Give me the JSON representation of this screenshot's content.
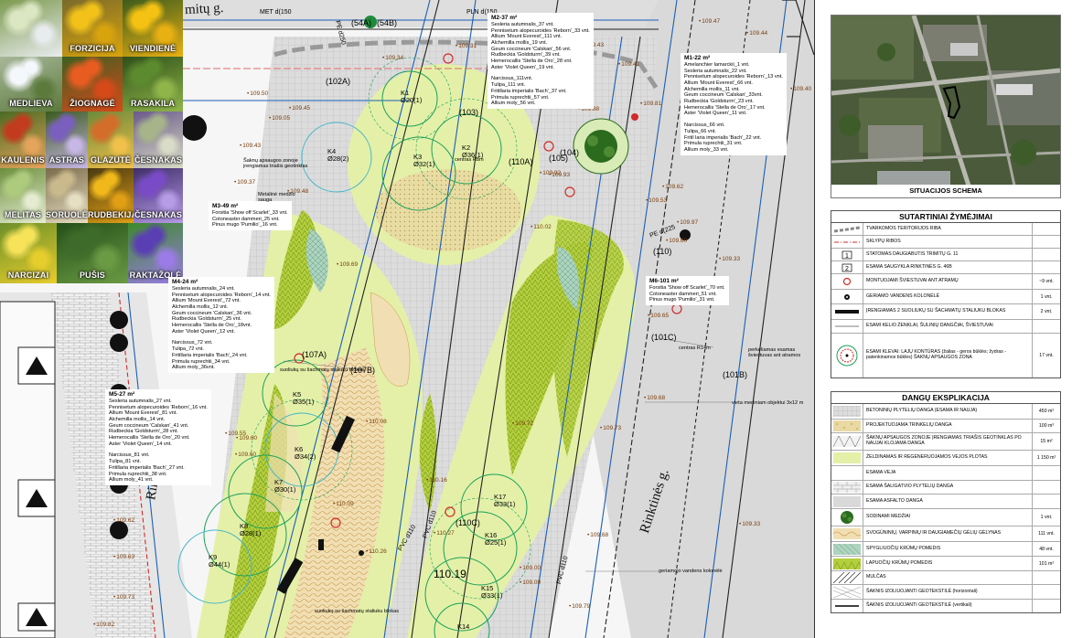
{
  "plants_tiles": [
    {
      "label": "",
      "colors": [
        "#dbe6c2",
        "#7c9a4f",
        "#e8ecef"
      ]
    },
    {
      "label": "FORZICIJA",
      "colors": [
        "#f2c21a",
        "#7a6a2a",
        "#d8a40e"
      ]
    },
    {
      "label": "VIENDIENĖ",
      "colors": [
        "#f5c213",
        "#3d5c1c",
        "#e9b013"
      ]
    },
    {
      "label": "MEDLIEVA",
      "colors": [
        "#f4f7fb",
        "#a7b79a",
        "#5c7a3c"
      ]
    },
    {
      "label": "ŽIOGNAGĖ",
      "colors": [
        "#e85c21",
        "#3f5f1f",
        "#d64a1a"
      ]
    },
    {
      "label": "RASAKILA",
      "colors": [
        "#5c8a2e",
        "#2f4f18",
        "#8fb54a"
      ]
    },
    {
      "label": "KAULENIS",
      "colors": [
        "#c23b1e",
        "#4a6b22",
        "#e4a45c"
      ]
    },
    {
      "label": "ASTRAS",
      "colors": [
        "#7a5fbf",
        "#3b5a1e",
        "#c7b7e6"
      ]
    },
    {
      "label": "GLAZUTĖ",
      "colors": [
        "#d46d2a",
        "#6b8a3a",
        "#f0c04a"
      ]
    },
    {
      "label": "ČESNAKAS",
      "colors": [
        "#a7b48a",
        "#6a5a8a",
        "#d9dcc6"
      ]
    },
    {
      "label": "MELITAS",
      "colors": [
        "#aecb7d",
        "#6c8f3d",
        "#e5ecd2"
      ]
    },
    {
      "label": "SORUOLĖ",
      "colors": [
        "#c9b98d",
        "#7a6b4a",
        "#e7dfc4"
      ]
    },
    {
      "label": "RUDBEKIJA",
      "colors": [
        "#f0b81a",
        "#4a3a12",
        "#e09f15"
      ]
    },
    {
      "label": "ČESNAKAS",
      "colors": [
        "#7a4bc7",
        "#3f2e6a",
        "#b69be6"
      ]
    },
    {
      "label": "NARCIZAI",
      "colors": [
        "#f6e35a",
        "#6c8f2a",
        "#e7cd2c"
      ]
    },
    {
      "label": "PUŠIS",
      "colors": [
        "#3d6b2a",
        "#234f18",
        "#6b9a44"
      ]
    },
    {
      "label": "RAKTAŽOLĖ",
      "colors": [
        "#5a3fb4",
        "#3c8a2a",
        "#9b7be6"
      ]
    }
  ],
  "street_top": "mitų g.",
  "street_rinkt_left": "Rinkti",
  "street_rinkt_right": "Rinktinės g.",
  "pipe_labels": [
    "MET d(150",
    "PLN d(150",
    "PE d250",
    "PVC d110",
    "PVC d110",
    "PE d(225",
    "PVC d110"
  ],
  "elevations": [
    "109.47",
    "109.44",
    "109.40",
    "109.31",
    "109.34",
    "109.43",
    "109.41",
    "109.62",
    "109.43",
    "109.05",
    "109.69",
    "109.65",
    "109.33",
    "109.68",
    "109.72",
    "109.60",
    "109.55",
    "109.60",
    "109.73",
    "109.68",
    "109.62",
    "109.63",
    "109.73",
    "109.82",
    "109.33",
    "109.79",
    "109.00",
    "109.09",
    "110.02",
    "110.08",
    "110.16",
    "110.09",
    "110.26",
    "110.27",
    "109.37",
    "109.48",
    "109.53",
    "109.60",
    "109.92",
    "109.93",
    "109.50",
    "109.45",
    "109.88",
    "109.81",
    "109.97"
  ],
  "elev_big": "110.19",
  "trees": [
    {
      "name": "K1",
      "size": "Ø20(1)"
    },
    {
      "name": "K2",
      "size": "Ø36(1)"
    },
    {
      "name": "K3",
      "size": "Ø32(1)"
    },
    {
      "name": "K4",
      "size": "Ø28(2)"
    },
    {
      "name": "K5",
      "size": "Ø35(1)"
    },
    {
      "name": "K6",
      "size": "Ø34(2)"
    },
    {
      "name": "K7",
      "size": "Ø30(1)"
    },
    {
      "name": "K8",
      "size": "Ø28(1)"
    },
    {
      "name": "K9",
      "size": "Ø44(1)"
    },
    {
      "name": "K14",
      "size": ""
    },
    {
      "name": "K15",
      "size": "Ø33(1)"
    },
    {
      "name": "K16",
      "size": "Ø25(1)"
    },
    {
      "name": "K17",
      "size": "Ø33(1)"
    }
  ],
  "codes": [
    "(103)",
    "(104)",
    "(105)",
    "(110A)",
    "(110)",
    "(107A)",
    "(107B)",
    "(110C)",
    "(101B)",
    "(101C)",
    "(102A)",
    "(54A)",
    "(54B)"
  ],
  "notes": {
    "m2": {
      "title": "M2-37 m²",
      "lines": [
        "Sesleria autumnalis_37 vnt.",
        "Pennisetum alopecuroides 'Reborn'_33 vnt.",
        "Allium 'Mount Everest'_111 vnt.",
        "Alchemilla mollis_19 vnt.",
        "Geum coccineum 'Calskan'_56 vnt.",
        "Rudbeckia 'Goldsturm'_39 vnt.",
        "Hemerocallis 'Stella de Oro'_28 vnt.",
        "Aster 'Violet Queen'_19 vnt.",
        "",
        "Narcissus_111vnt.",
        "Tulipa_111 vnt.",
        "Fritillaria imperialis 'Bach'_37 vnt.",
        "Primula ruprechtii_57 vnt.",
        "Allium moly_56 vnt."
      ]
    },
    "m1": {
      "title": "M1-22 m²",
      "lines": [
        "Amelanchier lamarckii_1 vnt.",
        "Sesleria autumnalis_22 vnt.",
        "Pennisetum alopecuroides 'Reborn'_13 vnt.",
        "Allium 'Mount Everest'_66 vnt.",
        "Alchemilla mollis_11 vnt.",
        "Geum coccineum 'Calskan'_33vnt.",
        "Rudbeckia 'Goldsturm'_23 vnt.",
        "Hemerocallis 'Stella de Oro'_17 vnt.",
        "Aster 'Violet Queen'_11 vnt.",
        "",
        "Narcissus_66 vnt.",
        "Tulipa_66 vnt.",
        "Fritil laria imperialis 'Bach'_22 vnt.",
        "Primula ruprechtii_31 vnt.",
        "Allium moly_33 vnt."
      ]
    },
    "m3": {
      "title": "M3-49 m²",
      "lines": [
        "Forsitia 'Show off Scarlet'_33 vnt.",
        "Cotoneaster dammeri_25 vnt.",
        "Pinus mugo 'Pumilio'_16 vnt."
      ]
    },
    "m4": {
      "title": "M4-24 m²",
      "lines": [
        "Sesleria autumnalis_24 vnt.",
        "Pennisetum alopecuroides 'Reborn'_14 vnt.",
        "Allium 'Mount Everest'_72 vnt.",
        "Alchemilla mollis_12 vnt.",
        "Geum coccineum 'Calskan'_36 vnt.",
        "Rudbeckia 'Goldsturm'_25 vnt.",
        "Hemerocallis 'Stella de Oro'_18vnt.",
        "Aster 'Violet Queen'_12 vnt.",
        "",
        "Narcissus_72 vnt.",
        "Tulipa_72 vnt.",
        "Fritillaria imperialis 'Bach'_24 vnt.",
        "Primula ruprechtii_34 vnt.",
        "Allium moly_36vnt."
      ]
    },
    "m5": {
      "title": "M5-27 m²",
      "lines": [
        "Sesleria autumnalis_27 vnt.",
        "Pennisetum alopecuroides 'Reborn'_16 vnt.",
        "Allium 'Mount Everest'_81 vnt.",
        "Alchemilla mollis_14 vnt.",
        "Geum coccineum 'Calskan'_41 vnt.",
        "Rudbeckia 'Goldsturm'_28 vnt.",
        "Hemerocallis 'Stella de Oro'_20 vnt.",
        "Aster 'Violet Queen'_14 vnt.",
        "",
        "Narcissus_81 vnt.",
        "Tulipa_81 vnt.",
        "Fritillaria imperialis 'Bach'_27 vnt.",
        "Primula ruprechtii_38 vnt.",
        "Allium moly_41 vnt."
      ]
    },
    "m6": {
      "title": "M6-101 m²",
      "lines": [
        "Forsitia 'Show off Scarlet'_70 vnt.",
        "Cotoneaster dammeri_51 vnt.",
        "Pinus mugo 'Pumilio'_31 vnt."
      ]
    }
  },
  "callouts": {
    "root_zone": [
      "Šaknų apsaugos zonoje",
      "įrengiamas triašis geotinklas"
    ],
    "metal_seat": [
      "Metalinė medžio",
      "sauga"
    ],
    "bench1": "suoliukų su šachmatų staliuku blokas",
    "bench2": "suoliukų su šachmatų staliuku blokas",
    "lamp": [
      "perkeliamas esamas",
      "šviestuvas ant atramos"
    ],
    "water": "geriamojo vandens kolonėlė",
    "object": "vieta meniniam objektui 3x12 m",
    "centras1": "centras R8m",
    "centras2": "centras R14m"
  },
  "map_caption": "SITUACIJOS SCHEMA",
  "legend1": {
    "title": "SUTARTINIAI ŽYMĖJIMAI",
    "rows": [
      {
        "sym": "hatch-line",
        "text": "TVARKOMOS TERITORIJOS RIBA",
        "qty": ""
      },
      {
        "sym": "red-dash",
        "text": "SKLYPŲ RIBOS",
        "qty": ""
      },
      {
        "sym": "num-1",
        "text": "STATOMAS DAUGIABUTIS TRIMITŲ G. 11",
        "qty": ""
      },
      {
        "sym": "num-2",
        "text": "ESAMA SAUGYKLA RINKTINĖS G. 46B",
        "qty": ""
      },
      {
        "sym": "red-ring",
        "text": "MONTUOJAMI ŠVIESTUVAI ANT ATRAMŲ",
        "qty": "~9 vnt."
      },
      {
        "sym": "water-dot",
        "text": "GERIAMO VANDENS KOLONĖLĖ",
        "qty": "1 vnt."
      },
      {
        "sym": "bench-bar",
        "text": "ĮRENGIAMAS 2 SUOLIUKŲ SU ŠACHMATŲ STALIUKU BLOKAS",
        "qty": "2 vnt."
      },
      {
        "sym": "thin-line",
        "text": "ESAMI KELIO ŽENKLAI, ŠULINIŲ DANGČIAI, ŠVIESTUVAI",
        "qty": ""
      },
      {
        "sym": "tree-circle",
        "text": "ESAMI KLEVAI: LAJŲ KONTŪRAS (žalias - geros būklės; žydras - patenkinamos būklės) ŠAKNŲ APSAUGOS ZONA",
        "qty": "17 vnt."
      }
    ]
  },
  "legend2": {
    "title": "DANGŲ EKSPLIKACIJA",
    "rows": [
      {
        "sym": "concrete",
        "text": "BETONINIŲ PLYTELIŲ DANGA (ESAMA IR NAUJA)",
        "qty": "450 m²"
      },
      {
        "sym": "gravel",
        "text": "PROJEKTUOJAMA TRINKELIŲ DANGA",
        "qty": "100 m²"
      },
      {
        "sym": "geo",
        "text": "ŠAKNŲ APSAUGOS ZONOJE ĮRENGIAMAS TRIAŠIS GEOTINKLAS PO NAUJAI KLOJAMA DANGA",
        "qty": "15 m²"
      },
      {
        "sym": "lawn",
        "text": "ŽELDINAMAS IR REGENERUOJAMOS VEJOS PLOTAS",
        "qty": "1 150 m²"
      },
      {
        "sym": "blank",
        "text": "ESAMA VEJA",
        "qty": ""
      },
      {
        "sym": "brick",
        "text": "ESAMA ŠALIGATVIO PLYTELIŲ DANGA",
        "qty": ""
      },
      {
        "sym": "asphalt",
        "text": "ESAMA ASFALTO DANGA",
        "qty": ""
      },
      {
        "sym": "tree-new",
        "text": "SODINAMI MEDŽIAI",
        "qty": "1 vnt."
      },
      {
        "sym": "flower",
        "text": "SVOGŪNINIŲ, VARPINIŲ IR DAUGIAMEČIŲ GĖLIŲ GĖLYNAS",
        "qty": "111 vnt."
      },
      {
        "sym": "conifer",
        "text": "SPYGLIUOČIŲ KRŪMŲ POMEDIS",
        "qty": "48 vnt."
      },
      {
        "sym": "leaf",
        "text": "LAPUOČIŲ KRŪMŲ POMEDIS",
        "qty": "101 m²"
      },
      {
        "sym": "mulch",
        "text": "MULČAS",
        "qty": ""
      },
      {
        "sym": "geotex-h",
        "text": "ŠAKNIS IZOLIUOJANTI GEOTEKSTILĖ (horizontali)",
        "qty": ""
      },
      {
        "sym": "geotex-v",
        "text": "ŠAKNIS IZOLIUOJANTI GEOTEKSTILĖ (vertikali)",
        "qty": ""
      }
    ]
  },
  "colors": {
    "lawn": "#e4f0a8",
    "paving": "#d8d8d8",
    "gravel": "#e9d9a2",
    "shrub": "#b3cf3c",
    "conifer": "#8fc1a8",
    "road": "#c8c8c8",
    "pipe": "#1a5fb4"
  }
}
